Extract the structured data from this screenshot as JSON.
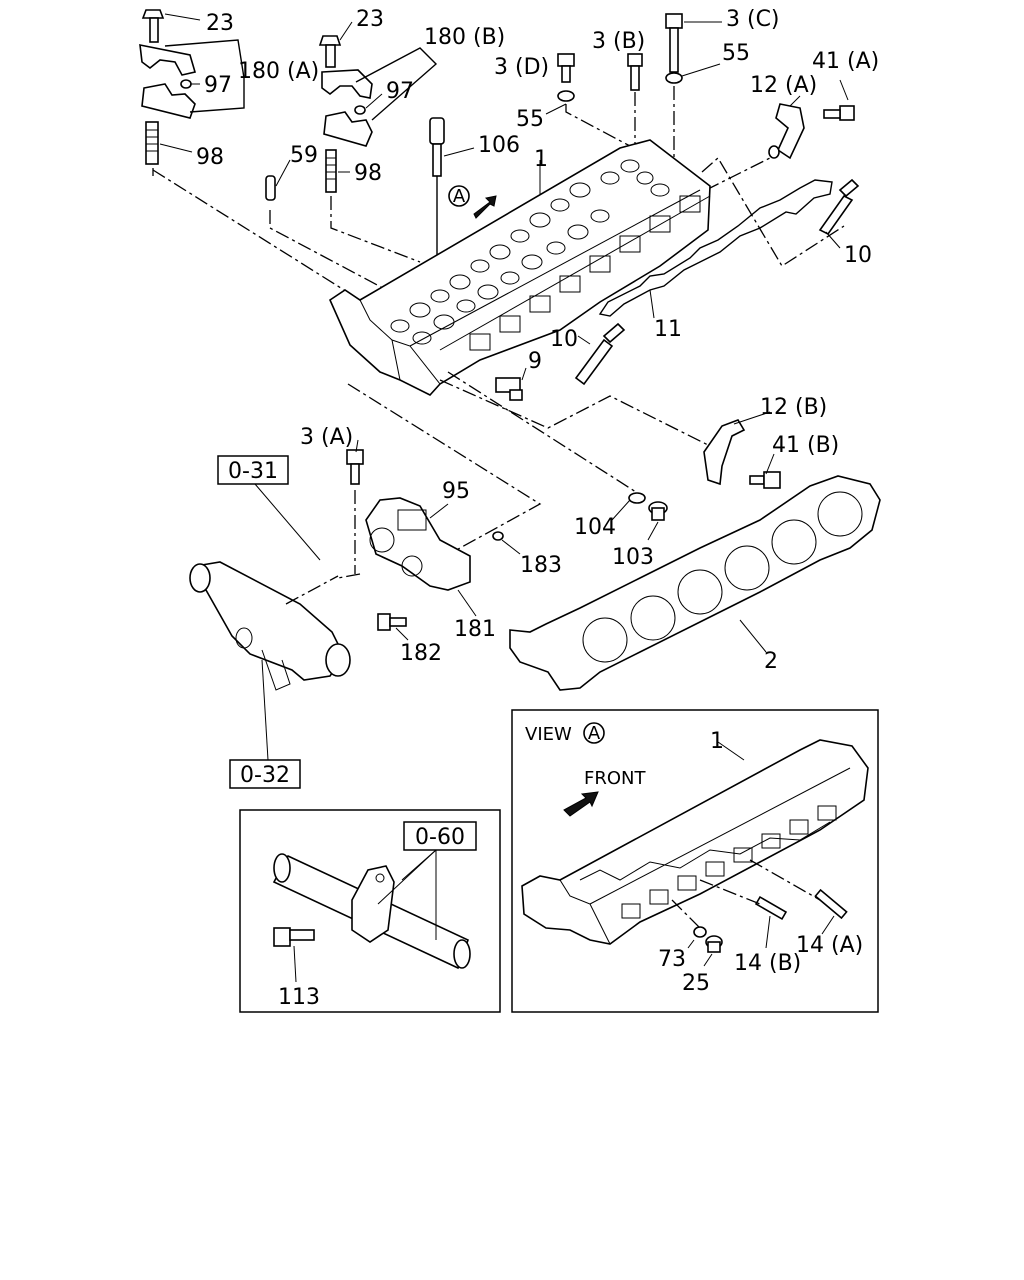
{
  "callouts": {
    "c23a": "23",
    "c23b": "23",
    "c180a": "180 (A)",
    "c180b": "180 (B)",
    "c97a": "97",
    "c97b": "97",
    "c98a": "98",
    "c98b": "98",
    "c59": "59",
    "c106": "106",
    "c1": "1",
    "c3d": "3 (D)",
    "c3b": "3 (B)",
    "c3c": "3 (C)",
    "c55a": "55",
    "c55b": "55",
    "c12a": "12 (A)",
    "c41a": "41 (A)",
    "c10a": "10",
    "c10b": "10",
    "c11": "11",
    "c9": "9",
    "c12b": "12 (B)",
    "c41b": "41 (B)",
    "c3a": "3 (A)",
    "c95": "95",
    "c104": "104",
    "c103": "103",
    "c183": "183",
    "c181": "181",
    "c182": "182",
    "c2": "2",
    "c113": "113",
    "view_title": "VIEW",
    "view_marker": "A",
    "view_front": "FRONT",
    "view_c1": "1",
    "view_c73": "73",
    "view_c25": "25",
    "view_c14b": "14 (B)",
    "view_c14a": "14 (A)"
  },
  "refs": {
    "r031": "0-31",
    "r032": "0-32",
    "r060": "0-60"
  },
  "marker_a": "A"
}
